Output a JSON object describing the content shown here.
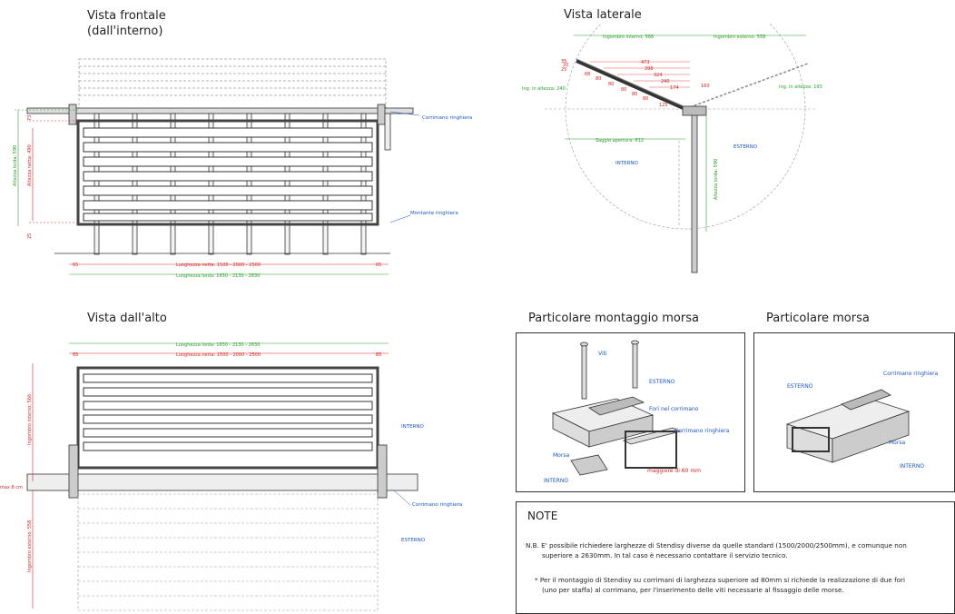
{
  "views": {
    "front": {
      "title_line1": "Vista frontale",
      "title_line2": "(dall'interno)"
    },
    "side": {
      "title": "Vista laterale"
    },
    "top": {
      "title": "Vista dall'alto"
    },
    "detail_mount": {
      "title": "Particolare montaggio morsa"
    },
    "detail_clamp": {
      "title": "Particolare morsa"
    }
  },
  "front_labels": {
    "corrimano": "Corrimano ringhiera",
    "montante": "Montante ringhiera",
    "altezza_lorda": "Altezza lorda: 590",
    "altezza_netta": "Altezza netta: 490",
    "dim_73": "73",
    "dim_25": "25",
    "dim_65_left": "65",
    "dim_65_right": "65",
    "lunghezza_netta": "Lunghezza netta: 1500 - 2000 - 2500",
    "lunghezza_lorda": "Lunghezza lorda: 1630 - 2130 - 2630"
  },
  "side_labels": {
    "ingombro_interno": "Ingombro interno: 566",
    "ingombro_esterno": "Ingombro esterno: 558",
    "ing_altezza_left": "Ing. in altezza: 240",
    "ing_altezza_right": "Ing. in altezza: 193",
    "saggio_apertura": "Saggio apertura: 612",
    "esterno": "ESTERNO",
    "interno": "INTERNO",
    "altezza_lorda": "Altezza lorda: 590",
    "dims": [
      "473",
      "398",
      "324",
      "240",
      "174",
      "160",
      "20",
      "35",
      "25",
      "68",
      "80",
      "80",
      "80",
      "80",
      "80",
      "125"
    ]
  },
  "top_labels": {
    "lunghezza_lorda": "Lunghezza lorda: 1630 - 2130 - 2630",
    "lunghezza_netta": "Lunghezza netta: 1500 - 2000 - 2500",
    "dim_65_left": "65",
    "dim_65_right": "65",
    "interno": "INTERNO",
    "esterno": "ESTERNO",
    "ingombro_interno": "Ingombro interno: 566",
    "ingombro_esterno": "Ingombro esterno: 558",
    "max_cm": "max 8 cm",
    "corrimano": "Corrimano ringhiera"
  },
  "mount_labels": {
    "viti": "Viti",
    "esterno": "ESTERNO",
    "fori": "Fori nel corrimano",
    "corrimano": "Corrimano ringhiera",
    "morsa": "Morsa",
    "interno": "INTERNO",
    "maggiore": "maggiore di 60 mm"
  },
  "clamp_labels": {
    "esterno": "ESTERNO",
    "corrimano": "Corrimano ringhiera",
    "morsa": "Morsa",
    "interno": "INTERNO"
  },
  "note": {
    "title": "NOTE",
    "p1_line1": "N.B. E' possibile richiedere larghezze  di Stendisy diverse da quelle standard (1500/2000/2500mm), e comunque non",
    "p1_line2": "superiore a 2630mm. In tal caso è necessario contattare il servizio tecnico.",
    "p2_line1": "* Per il montaggio di Stendisy su corrimani di larghezza superiore ad 80mm si richiede la realizzazione di due fori",
    "p2_line2": "(uno per staffa) al corrimano, per l'inserimento delle viti necessarie al fissaggio delle morse."
  }
}
